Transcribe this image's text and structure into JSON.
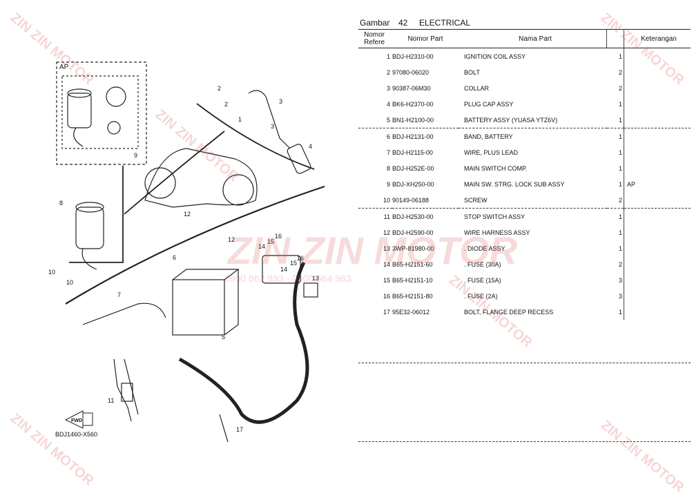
{
  "header": {
    "gambar_label": "Gambar",
    "gambar_no": "42",
    "title": "ELECTRICAL"
  },
  "columns": {
    "ref": "Nomor\nRefere",
    "part_no": "Nomor Part",
    "part_name": "Nama Part",
    "remark": "Keterangan"
  },
  "rows": [
    {
      "ref": "1",
      "part": "BDJ-H2310-00",
      "name": "IGNITION COIL ASSY",
      "qty": "1",
      "remark": ""
    },
    {
      "ref": "2",
      "part": "97080-06020",
      "name": "BOLT",
      "qty": "2",
      "remark": ""
    },
    {
      "ref": "3",
      "part": "90387-06M30",
      "name": "COLLAR",
      "qty": "2",
      "remark": ""
    },
    {
      "ref": "4",
      "part": "BK6-H2370-00",
      "name": "PLUG CAP ASSY",
      "qty": "1",
      "remark": ""
    },
    {
      "ref": "5",
      "part": "BN1-H2100-00",
      "name": "BATTERY ASSY (YUASA YTZ6V)",
      "qty": "1",
      "remark": ""
    },
    {
      "ref": "6",
      "part": "BDJ-H2131-00",
      "name": "BAND, BATTERY",
      "qty": "1",
      "remark": ""
    },
    {
      "ref": "7",
      "part": "BDJ-H2115-00",
      "name": "WIRE, PLUS LEAD",
      "qty": "1",
      "remark": ""
    },
    {
      "ref": "8",
      "part": "BDJ-H252E-00",
      "name": "MAIN SWITCH COMP.",
      "qty": "1",
      "remark": ""
    },
    {
      "ref": "9",
      "part": "BDJ-XH250-00",
      "name": "MAIN SW. STRG. LOCK SUB ASSY",
      "qty": "1",
      "remark": "AP"
    },
    {
      "ref": "10",
      "part": "90149-06188",
      "name": "SCREW",
      "qty": "2",
      "remark": ""
    },
    {
      "ref": "11",
      "part": "BDJ-H2530-00",
      "name": "STOP SWITCH ASSY",
      "qty": "1",
      "remark": ""
    },
    {
      "ref": "12",
      "part": "BDJ-H2590-00",
      "name": "WIRE HARNESS ASSY",
      "qty": "1",
      "remark": ""
    },
    {
      "ref": "13",
      "part": "3WP-81980-00",
      "name": ". DIODE ASSY",
      "qty": "1",
      "remark": ""
    },
    {
      "ref": "14",
      "part": "B65-H2151-60",
      "name": ". FUSE (30A)",
      "qty": "2",
      "remark": ""
    },
    {
      "ref": "15",
      "part": "B65-H2151-10",
      "name": ". FUSE (15A)",
      "qty": "3",
      "remark": ""
    },
    {
      "ref": "16",
      "part": "B65-H2151-80",
      "name": ". FUSE (2A)",
      "qty": "3",
      "remark": ""
    },
    {
      "ref": "17",
      "part": "95E32-06012",
      "name": "BOLT, FLANGE DEEP RECESS",
      "qty": "1",
      "remark": ""
    }
  ],
  "diagram": {
    "code": "BDJ1460-X560",
    "box_label": "AP",
    "fwd": "FWD",
    "callouts": [
      "1",
      "2",
      "2",
      "3",
      "3",
      "4",
      "5",
      "6",
      "7",
      "8",
      "9",
      "10",
      "10",
      "11",
      "12",
      "12",
      "13",
      "14",
      "14",
      "15",
      "15",
      "16",
      "16",
      "17"
    ]
  },
  "watermark": {
    "brand": "ZIN ZIN MOTOR",
    "phone": "0900 662 993 - 0900 664 983"
  }
}
